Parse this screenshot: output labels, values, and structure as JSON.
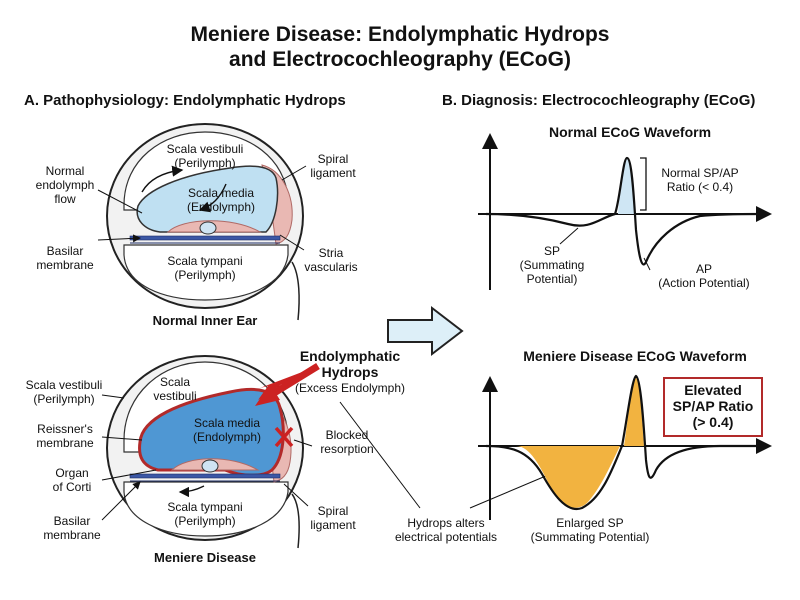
{
  "title": {
    "line1": "Meniere Disease: Endolymphatic Hydrops",
    "line2": "and Electrocochleography (ECoG)"
  },
  "panel_a": {
    "heading": "A. Pathophysiology: Endolymphatic Hydrops",
    "normal": {
      "caption": "Normal Inner Ear",
      "scala_vestibuli": [
        "Scala vestibuli",
        "(Perilymph)"
      ],
      "scala_media": [
        "Scala media",
        "(Endolymph)"
      ],
      "scala_tympani": [
        "Scala tympani",
        "(Perilymph)"
      ],
      "normal_flow": [
        "Normal",
        "endolymph",
        "flow"
      ],
      "basilar": [
        "Basilar",
        "membrane"
      ],
      "spiral": [
        "Spiral",
        "ligament"
      ],
      "stria": [
        "Stria",
        "vascularis"
      ]
    },
    "disease": {
      "caption": "Meniere Disease",
      "scala_vestibuli_left": [
        "Scala vestibuli",
        "(Perilymph)"
      ],
      "scala_vestibuli_inner": [
        "Scala",
        "vestibuli"
      ],
      "scala_media": [
        "Scala media",
        "(Endolymph)"
      ],
      "scala_tympani": [
        "Scala tympani",
        "(Perilymph)"
      ],
      "reissner": [
        "Reissner's",
        "membrane"
      ],
      "organ": [
        "Organ",
        "of Corti"
      ],
      "basilar": [
        "Basilar",
        "membrane"
      ],
      "hydrops_title": [
        "Endolymphatic",
        "Hydrops"
      ],
      "hydrops_sub": "(Excess Endolymph)",
      "blocked": [
        "Blocked",
        "resorption"
      ],
      "spiral": [
        "Spiral",
        "ligament"
      ],
      "alters": [
        "Hydrops alters",
        "electrical potentials"
      ]
    }
  },
  "panel_b": {
    "heading": "B. Diagnosis: Electrocochleography (ECoG)",
    "normal": {
      "title": "Normal ECoG Waveform",
      "ratio": [
        "Normal SP/AP",
        "Ratio (< 0.4)"
      ],
      "sp": [
        "SP",
        "(Summating",
        "Potential)"
      ],
      "ap": [
        "AP",
        "(Action Potential)"
      ]
    },
    "disease": {
      "title": "Meniere Disease ECoG Waveform",
      "box": [
        "Elevated",
        "SP/AP Ratio",
        "(> 0.4)"
      ],
      "sp": [
        "Enlarged SP",
        "(Summating Potential)"
      ]
    }
  },
  "colors": {
    "endolymph_normal": "#bfe0f2",
    "endolymph_disease": "#4f97d3",
    "membrane_red": "#b22a2a",
    "tissue_pink": "#e9b8b3",
    "orange_fill": "#f2b340",
    "ratio_box": "#b22a2a"
  }
}
